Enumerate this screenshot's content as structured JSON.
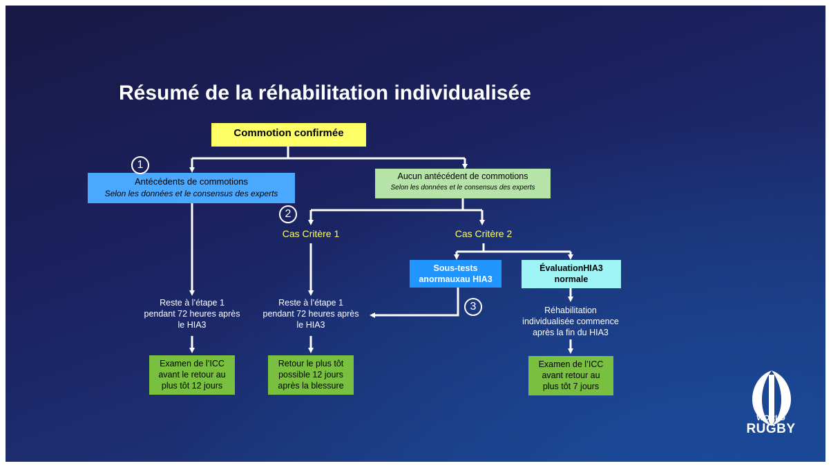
{
  "title": "Résumé de la réhabilitation individualisée",
  "nodes": {
    "confirmed": "Commotion confirmée",
    "history_title": "Antécédents de commotions",
    "history_sub": "Selon les données et le consensus des experts",
    "no_history_title": "Aucun antécédent de commotions",
    "no_history_sub": "Selon les données et le consensus des experts",
    "criterion1": "Cas Critère 1",
    "criterion2": "Cas Critère 2",
    "abnormal_l1": "Sous-tests",
    "abnormal_l2": "anormauxau HIA3",
    "normal_l1": "ÉvaluationHIA3",
    "normal_l2": "normale",
    "stay1_l1": "Reste à l’étape 1",
    "stay1_l2": "pendant 72 heures après",
    "stay1_l3": "le HIA3",
    "stay2_l1": "Reste à l’étape 1",
    "stay2_l2": "pendant 72 heures après",
    "stay2_l3": "le HIA3",
    "rehab_l1": "Réhabilitation",
    "rehab_l2": "individualisée commence",
    "rehab_l3": "après la fin du HIA3",
    "out1_l1": "Examen de l’ICC",
    "out1_l2": "avant le retour au",
    "out1_l3": "plus tôt 12 jours",
    "out2_l1": "Retour le plus tôt",
    "out2_l2": "possible 12 jours",
    "out2_l3": "après la blessure",
    "out3_l1": "Examen de l’ICC",
    "out3_l2": "avant retour au",
    "out3_l3": "plus tôt 7 jours"
  },
  "markers": [
    "1",
    "2",
    "3"
  ],
  "logo": {
    "top": "WORLD",
    "bottom": "RUGBY"
  },
  "colors": {
    "background": "#1b2a6b",
    "yellow": "#ffff66",
    "blue": "#4aa8ff",
    "light_green": "#b6e3a8",
    "mid_blue": "#2196ff",
    "cyan": "#9ff5f5",
    "green": "#79c040"
  }
}
